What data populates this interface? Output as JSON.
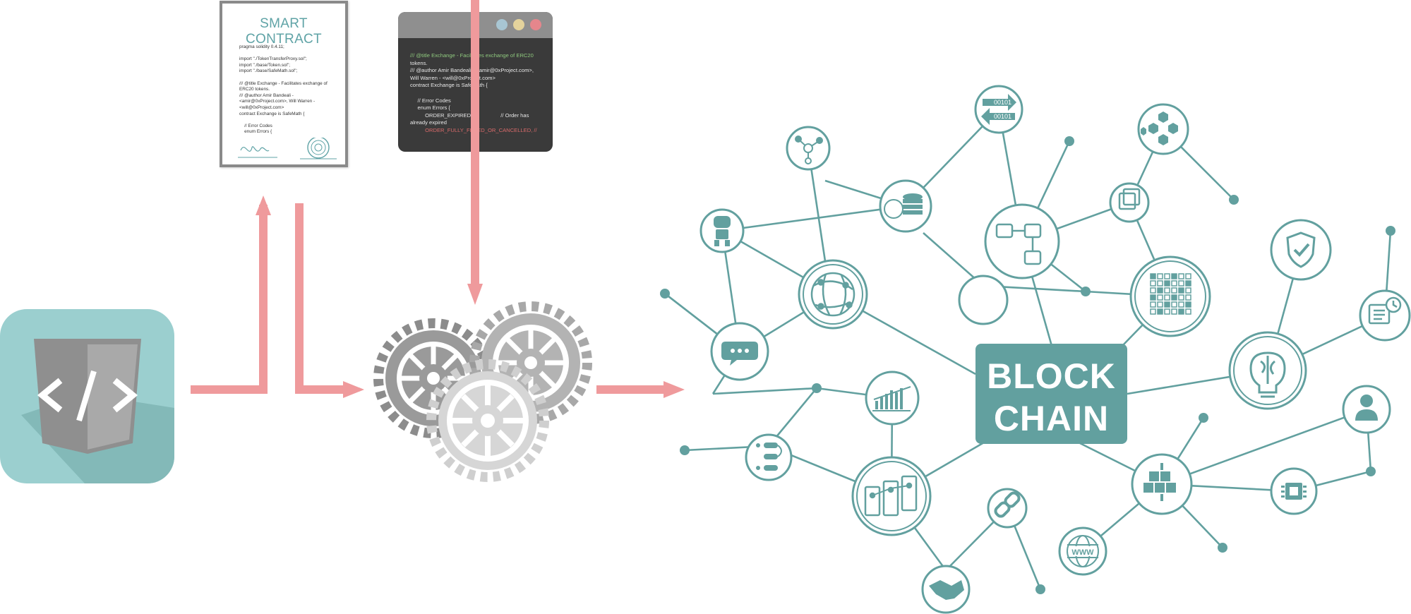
{
  "diagram": {
    "contract": {
      "title": "SMART CONTRACT",
      "code": "pragma solidity 0.4.11;\n\nimport \"./TokenTransferProxy.sol\";\nimport \"./base/Token.sol\";\nimport \"./base/SafeMath.sol\";\n\n/// @title Exchange - Facilitates exchange of\nERC20 tokens.\n/// @author Amir Bandeali -\n<amir@0xProject.com>, Will Warren -\n<will@0xProject.com>\ncontract Exchange is SafeMath {\n\n    // Error Codes\n    enum Errors {"
    },
    "editor": {
      "line1": "/// @title Exchange - Facilitates exchange of ERC20",
      "line2": "tokens.\n/// @author Amir Bandeali - <amir@0xProject.com>,\nWill Warren - <will@0xProject.com>\ncontract Exchange is SafeMath {\n\n     // Error Codes\n     enum Errors {\n          ORDER_EXPIRED,                   // Order has\nalready expired",
      "line3": "          ORDER_FULLY_FILLED_OR_CANCELLED, //"
    },
    "blockchain": {
      "line1": "BLOCK",
      "line2": "CHAIN"
    },
    "icon_labels": {
      "binary_a": "00101",
      "binary_b": "00101",
      "www": "WWW"
    }
  },
  "colors": {
    "teal": "#62a09f",
    "arrow": "#ef9a9c",
    "tile": "#9bcfcf"
  }
}
